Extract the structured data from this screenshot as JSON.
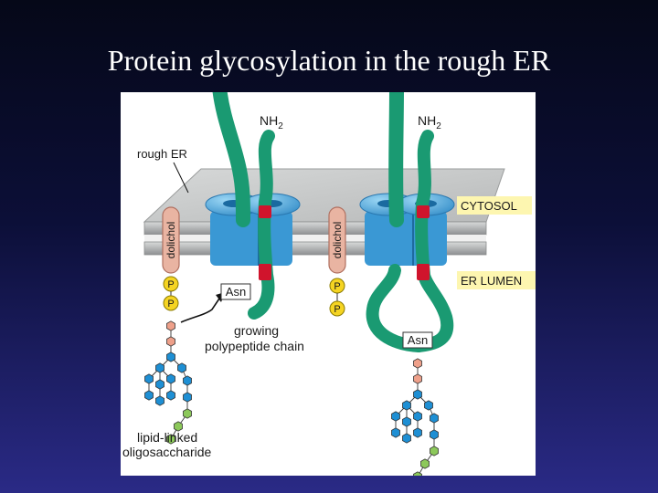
{
  "slide": {
    "title": "Protein glycosylation in the rough ER"
  },
  "diagram": {
    "labels": {
      "rough_er": "rough ER",
      "nh2": "NH",
      "nh2_sub": "2",
      "cytosol": "CYTOSOL",
      "er_lumen": "ER LUMEN",
      "dolichol": "dolichol",
      "phosphate": "P",
      "asn": "Asn",
      "growing_line1": "growing",
      "growing_line2": "polypeptide chain",
      "lipid_line1": "lipid-linked",
      "lipid_line2": "oligosaccharide"
    },
    "colors": {
      "polypeptide": "#1a9a72",
      "translocon": "#5bb8e8",
      "translocon_dark": "#2a86c4",
      "red_segment": "#d0142c",
      "membrane_gray": "#a8aaac",
      "er_sheet": "#c6c8c8",
      "phosphate": "#f5d422",
      "sugar_pink": "#eea08a",
      "sugar_blue": "#1e8fd4",
      "sugar_green": "#8cc85a",
      "highlight_box": "#fdf6b0"
    }
  }
}
